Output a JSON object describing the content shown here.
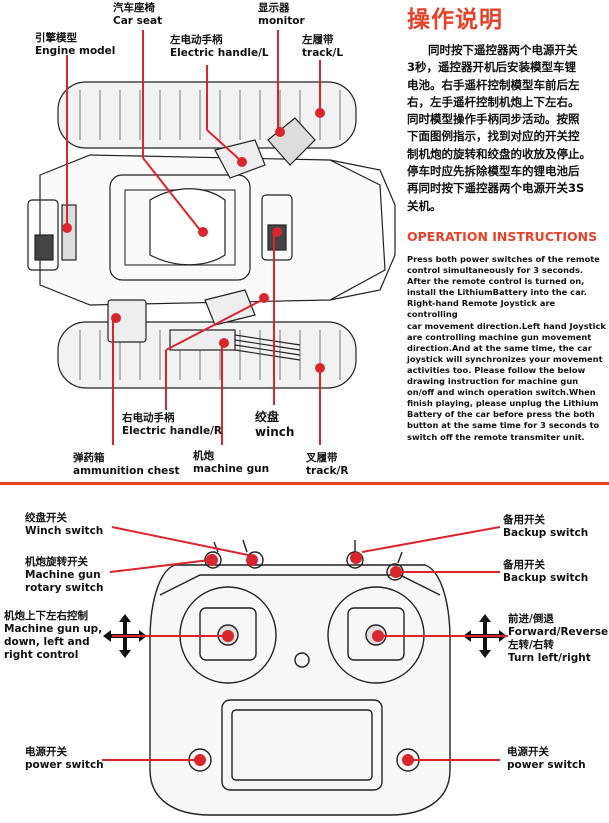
{
  "vehicle_labels": {
    "engine_cn": "引擎模型",
    "engine_en": "Engine model",
    "seat_cn": "汽车座椅",
    "seat_en": "Car seat",
    "monitor_cn": "显示器",
    "monitor_en": "monitor",
    "handle_l_cn": "左电动手柄",
    "handle_l_en": "Electric handle/L",
    "track_l_cn": "左履带",
    "track_l_en": "track/L",
    "handle_r_cn": "右电动手柄",
    "handle_r_en": "Electric handle/R",
    "winch_cn": "绞盘",
    "winch_en": "winch",
    "ammo_cn": "弹药箱",
    "ammo_en": "ammunition chest",
    "gun_cn": "机炮",
    "gun_en": "machine gun",
    "track_r_cn": "叉履带",
    "track_r_en": "track/R"
  },
  "instructions": {
    "title_cn": "操作说明",
    "cn_lines": [
      "同时按下遥控器两个电源开关",
      "3秒，遥控器开机后安装模型车锂",
      "电池。右手遥杆控制模型车前后左",
      "右，左手遥杆控制机炮上下左右。",
      "同时模型操作手柄同步活动。按照",
      "下面图例指示，找到对应的开关控",
      "制机炮的旋转和绞盘的收放及停止。",
      "停车时应先拆除模型车的锂电池后",
      "再同时按下遥控器两个电源开关3S",
      "关机。"
    ],
    "title_en": "OPERATION INSTRUCTIONS",
    "en_lines": [
      "Press both power switches of the remote",
      "control simultaneously for 3 seconds.",
      "After the remote control is turned on,",
      "install the LithiumBattery into the car.",
      "Right-hand Remote Joystick are controlling",
      "car movement direction.Left hand Joystick",
      "are controlling machine gun movement",
      "direction.And at the same time, the car",
      "joystick will synchronizes your movement",
      "activities too.  Please follow the below",
      "drawing instruction for machine gun",
      "on/off and winch operation switch.When",
      "finish playing, please unplug the Lithium",
      "Battery of the car before press the both",
      "button at the same time for 3 seconds to",
      "switch off the remote transmiter unit."
    ]
  },
  "remote_labels": {
    "winch_switch_cn": "绞盘开关",
    "winch_switch_en": "Winch switch",
    "gun_rotary_cn": "机炮旋转开关",
    "gun_rotary_en1": "Machine gun",
    "gun_rotary_en2": "rotary switch",
    "gun_ctrl_cn": "机炮上下左右控制",
    "gun_ctrl_en1": "Machine gun up,",
    "gun_ctrl_en2": "down, left and",
    "gun_ctrl_en3": "right control",
    "power_l_cn": "电源开关",
    "power_l_en": "power switch",
    "backup1_cn": "备用开关",
    "backup1_en": "Backup switch",
    "backup2_cn": "备用开关",
    "backup2_en": "Backup switch",
    "drive_cn1": "前进/倒退",
    "drive_en1": "Forward/Reverse",
    "drive_cn2": "左转/右转",
    "drive_en2": "Turn left/right",
    "power_r_cn": "电源开关",
    "power_r_en": "power switch"
  },
  "colors": {
    "accent": "#e8412a",
    "line": "#d8262d",
    "ink": "#111111"
  }
}
